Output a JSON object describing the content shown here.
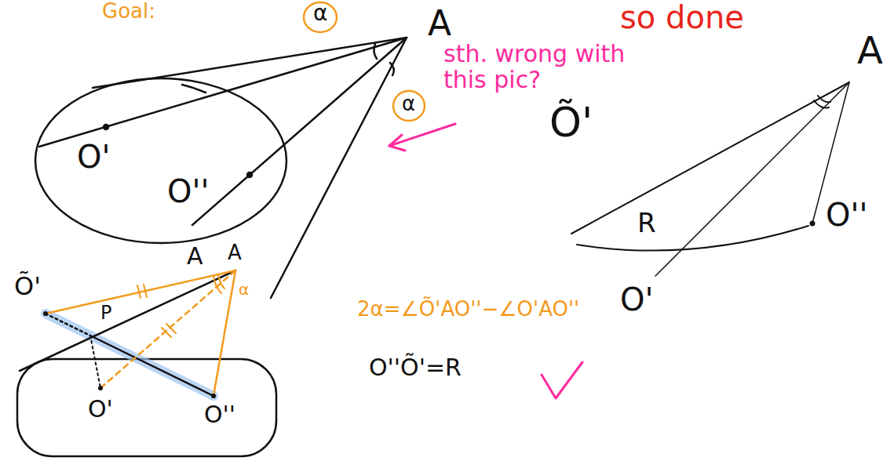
{
  "diagram": {
    "labels": [
      "Goal:",
      "α",
      "so done",
      "A",
      "sth. wrong with this pic?",
      "α",
      "O'",
      "O''",
      "A",
      "A",
      "Õ'",
      "R",
      "O''",
      "O'",
      "Õ'",
      "A",
      "α",
      "P",
      "O'",
      "O''",
      "2α=∠Õ'AO''−∠O'AO''",
      "O''Õ'=R"
    ]
  }
}
